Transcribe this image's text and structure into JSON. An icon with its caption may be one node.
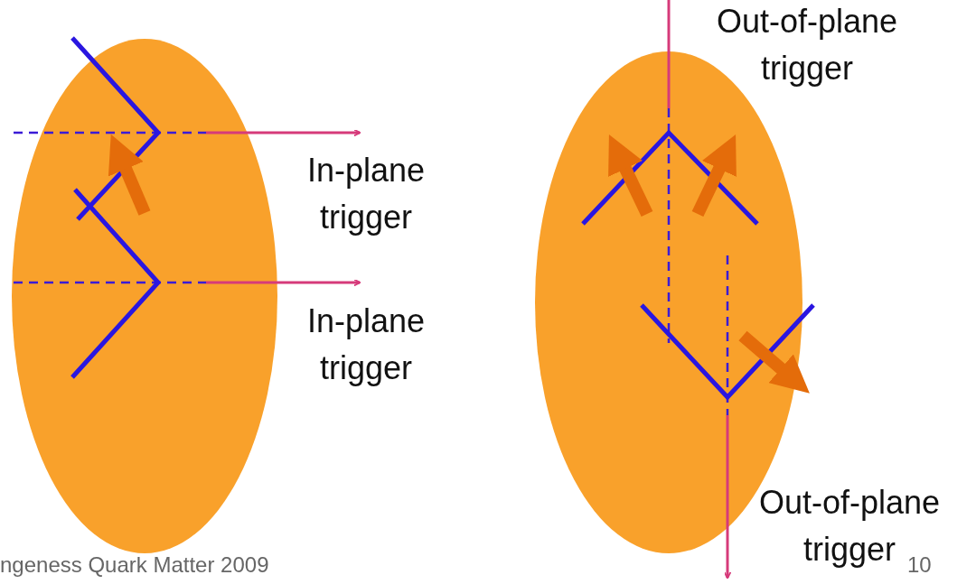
{
  "diagram": {
    "labels": [
      "Out-of-plane trigger",
      "In-plane trigger",
      "In-plane trigger",
      "Out-of-plane trigger",
      "ngeness Quark Matter 2009",
      "10"
    ]
  }
}
